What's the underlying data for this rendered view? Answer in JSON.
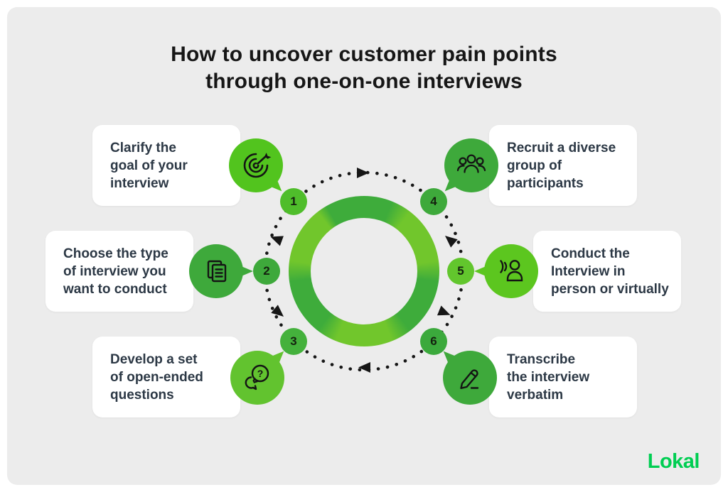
{
  "title": {
    "line1": "How to uncover customer pain points",
    "line2": "through one-on-one interviews"
  },
  "cycle": {
    "ring_colors": {
      "dark": "#3EAC3B",
      "light": "#71C62C"
    },
    "dot_color": "#161616",
    "arrow_color": "#161616"
  },
  "steps": [
    {
      "number": "1",
      "lines": [
        "Clarify the",
        "goal of your",
        "interview"
      ],
      "icon": "target-icon",
      "bubble_color": "#52C41E",
      "badge_color": "#4FBD2B"
    },
    {
      "number": "2",
      "lines": [
        "Choose the type",
        "of interview you",
        "want to conduct"
      ],
      "icon": "documents-icon",
      "bubble_color": "#3EA93B",
      "badge_color": "#3EA93B"
    },
    {
      "number": "3",
      "lines": [
        "Develop a set",
        "of open-ended",
        "questions"
      ],
      "icon": "question-bubbles-icon",
      "bubble_color": "#62C32F",
      "badge_color": "#44B13C"
    },
    {
      "number": "4",
      "lines": [
        "Recruit a diverse",
        "group of",
        "participants"
      ],
      "icon": "people-group-icon",
      "bubble_color": "#3EA93B",
      "badge_color": "#3EA93B"
    },
    {
      "number": "5",
      "lines": [
        "Conduct the",
        "Interview in",
        "person or virtually"
      ],
      "icon": "speaking-person-icon",
      "bubble_color": "#5CC61F",
      "badge_color": "#62C62D"
    },
    {
      "number": "6",
      "lines": [
        "Transcribe",
        "the interview",
        "verbatim"
      ],
      "icon": "pencil-icon",
      "bubble_color": "#3EA93B",
      "badge_color": "#3BA93C"
    }
  ],
  "logo": {
    "text": "Lokal",
    "color": "#00CE52"
  },
  "colors": {
    "background": "#ECECEC",
    "frame": "#FFFFFF",
    "card": "#FFFFFF",
    "title_text": "#161616",
    "card_text": "#2C3845",
    "badge_text": "#14210F"
  }
}
